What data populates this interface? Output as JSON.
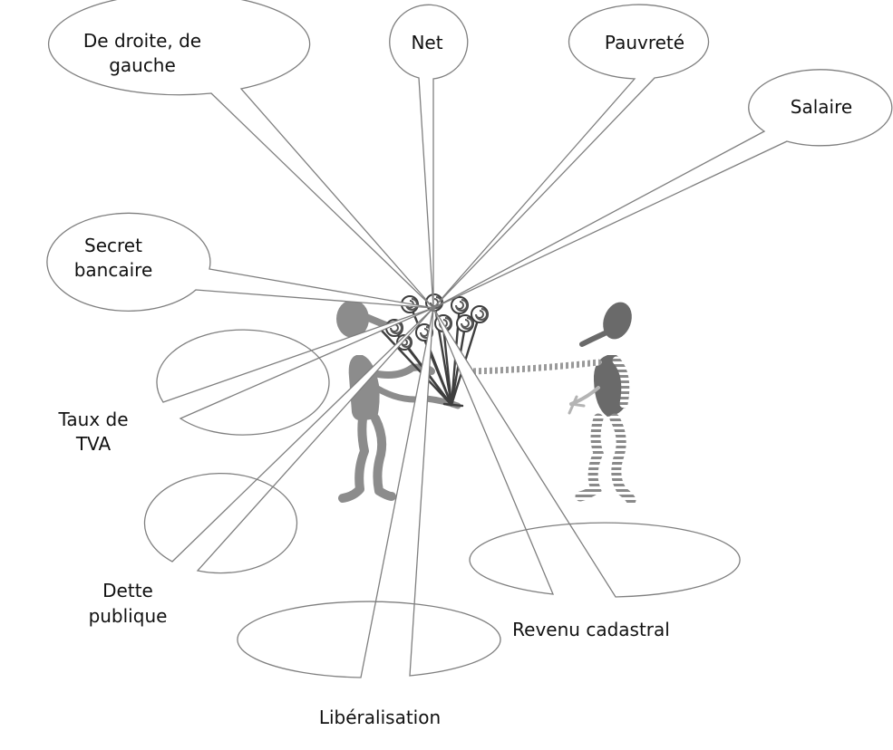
{
  "bubbles": [
    {
      "id": "de-droite-de-gauche",
      "lines": [
        "De droite, de",
        "gauche"
      ]
    },
    {
      "id": "net",
      "lines": [
        "Net"
      ]
    },
    {
      "id": "pauvrete",
      "lines": [
        "Pauvreté"
      ]
    },
    {
      "id": "salaire",
      "lines": [
        "Salaire"
      ]
    },
    {
      "id": "secret-bancaire",
      "lines": [
        "Secret",
        "bancaire"
      ]
    },
    {
      "id": "taux-de-tva",
      "lines": [
        "Taux de",
        "TVA"
      ]
    },
    {
      "id": "dette-publique",
      "lines": [
        "Dette",
        "publique"
      ]
    },
    {
      "id": "revenu-cadastral",
      "lines": [
        "Revenu cadastral"
      ]
    },
    {
      "id": "liberalisation",
      "lines": [
        "Libéralisation"
      ]
    }
  ],
  "colors": {
    "outline": "#7f7f7f",
    "figure_giver": "#8c8c8c",
    "figure_receiver": "#6a6a6a",
    "bouquet": "#3e3e3e",
    "text": "#111111"
  }
}
